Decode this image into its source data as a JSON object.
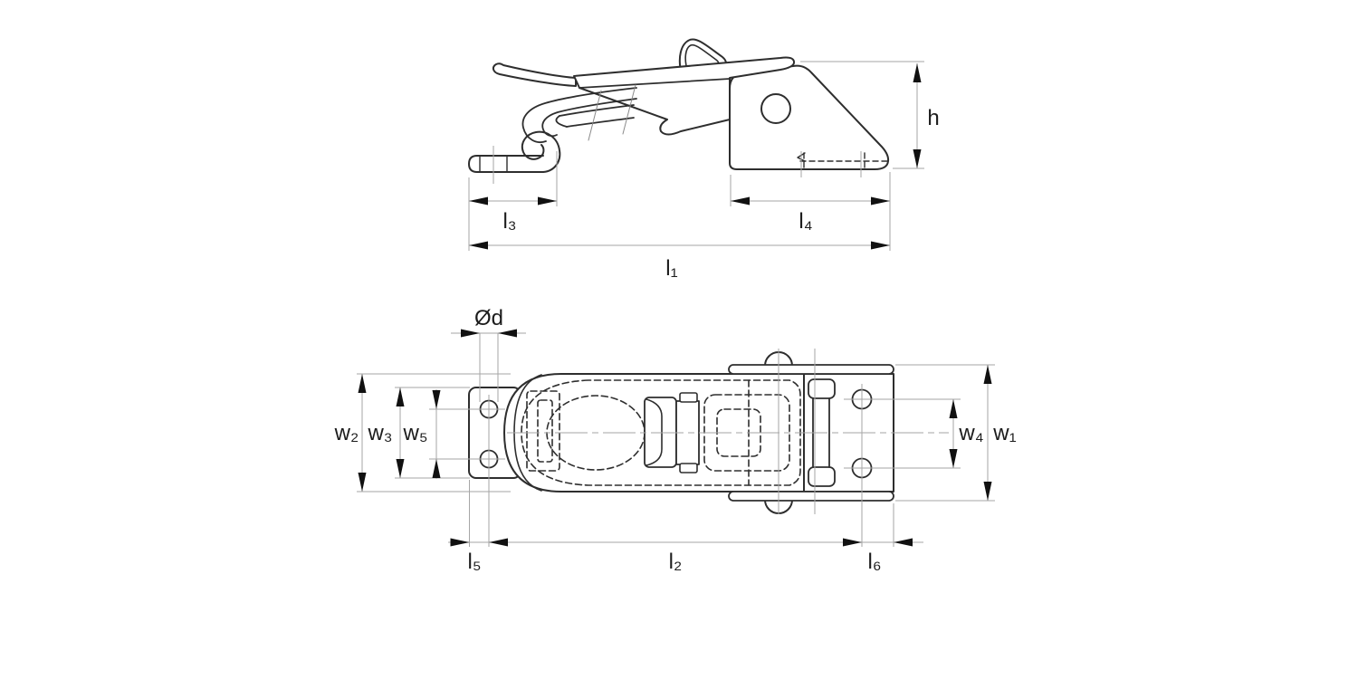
{
  "drawing": {
    "title": "toggle-latch-technical-drawing",
    "colors": {
      "outline": "#2e2e2e",
      "dimension_line": "#a6a6a6",
      "arrow": "#111111",
      "background": "#ffffff"
    },
    "side_view": {
      "labels": {
        "h": "h",
        "l1": "l₁",
        "l3": "l₃",
        "l4": "l₄"
      }
    },
    "plan_view": {
      "labels": {
        "od": "Ød",
        "w1": "w₁",
        "w2": "w₂",
        "w3": "w₃",
        "w4": "w₄",
        "w5": "w₅",
        "l2": "l₂",
        "l5": "l₅",
        "l6": "l₆"
      }
    }
  }
}
